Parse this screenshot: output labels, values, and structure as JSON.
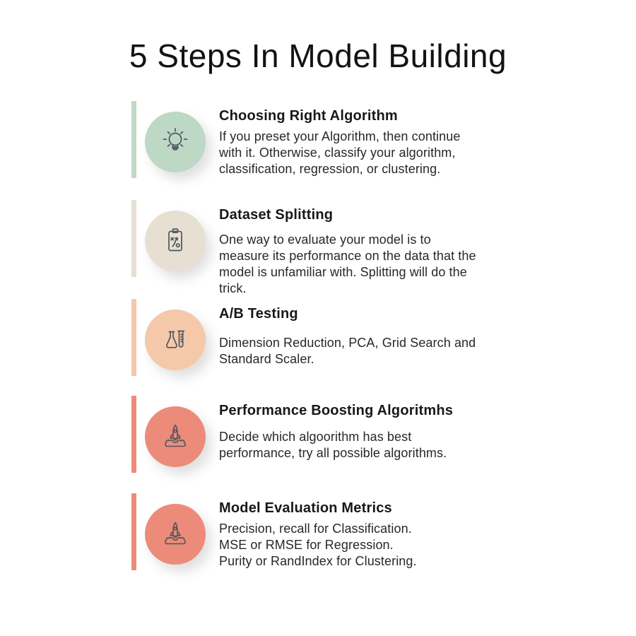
{
  "page": {
    "title": "5 Steps In Model Building",
    "background_color": "#ffffff",
    "icon_stroke_color": "#50565c"
  },
  "steps": [
    {
      "title": "Choosing Right Algorithm",
      "description": [
        "If you preset your Algorithm, then continue",
        "with it. Otherwise, classify your algorithm,",
        "classification, regression, or clustering."
      ],
      "accent_color": "#bed8c6",
      "icon": "lightbulb-icon"
    },
    {
      "title": "Dataset Splitting",
      "description": [
        "One way to evaluate your model is to",
        "measure its performance on the data that the",
        "model is unfamiliar with. Splitting will do the",
        "trick."
      ],
      "accent_color": "#e7dfd2",
      "icon": "strategy-clipboard-icon"
    },
    {
      "title": "A/B Testing",
      "description": [
        "Dimension Reduction, PCA, Grid Search and",
        "Standard Scaler."
      ],
      "accent_color": "#f4c8a9",
      "icon": "flask-icon"
    },
    {
      "title": "Performance Boosting Algoritmhs",
      "description": [
        "Decide which algoorithm has best",
        "performance, try all possible algorithms."
      ],
      "accent_color": "#ed8b7a",
      "icon": "rocket-icon"
    },
    {
      "title": "Model Evaluation Metrics",
      "description": [
        "Precision, recall for Classification.",
        "MSE or RMSE for Regression.",
        "Purity or RandIndex for Clustering."
      ],
      "accent_color": "#ed8b7a",
      "icon": "rocket-icon"
    }
  ]
}
